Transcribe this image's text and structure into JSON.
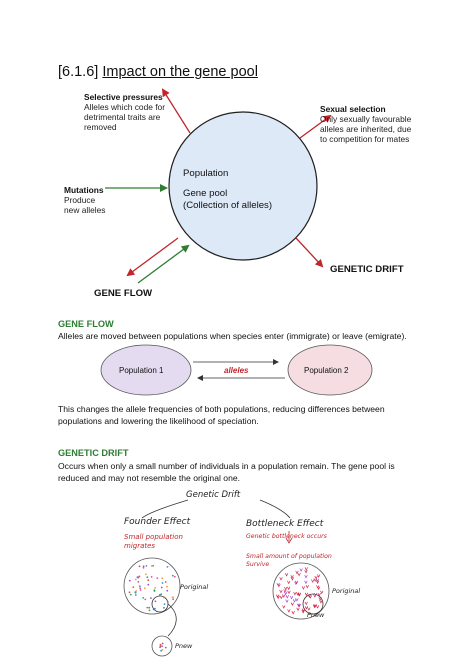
{
  "heading": {
    "number": "[6.1.6]",
    "title": "Impact on the gene pool"
  },
  "diagram": {
    "selective": {
      "title": "Selective pressures",
      "desc1": "Alleles which code for",
      "desc2": "detrimental traits are",
      "desc3": "removed"
    },
    "sexual": {
      "title": "Sexual selection",
      "desc1": "Only sexually favourable",
      "desc2": "alleles are inherited, due",
      "desc3": "to competition for mates"
    },
    "mutations": {
      "title": "Mutations",
      "desc1": "Produce",
      "desc2": "new alleles"
    },
    "circle": {
      "line1": "Population",
      "line2": "Gene pool",
      "line3": "(Collection of alleles)"
    },
    "genetic_drift": "GENETIC DRIFT",
    "gene_flow": "GENE FLOW",
    "colors": {
      "circle_fill": "#dde9f7",
      "circle_stroke": "#1f1f1f",
      "red_arrow": "#c0262c",
      "green_arrow": "#2e7d32"
    }
  },
  "gene_flow_section": {
    "title": "GENE FLOW",
    "intro": "Alleles are moved between populations when species enter (immigrate) or leave (emigrate).",
    "pop1": "Population 1",
    "pop2": "Population 2",
    "arrow_label": "alleles",
    "after1": "This changes the allele frequencies of both populations, reducing differences between",
    "after2": "populations and lowering the likelihood of speciation."
  },
  "genetic_drift_section": {
    "title": "GENETIC DRIFT",
    "intro1": "Occurs when only a small number of individuals in a population remain. The gene pool is",
    "intro2": "reduced and may not resemble the original one."
  },
  "sketch": {
    "top": "Genetic Drift",
    "founder": "Founder Effect",
    "founder_note1": "Small population",
    "founder_note2": "migrates",
    "bottleneck": "Bottleneck Effect",
    "bottleneck_note1": "Genetic bottleneck occurs",
    "bottleneck_note2": "Small amount of population",
    "bottleneck_note3": "Survive",
    "p_original_1": "Poriginal",
    "p_new_1": "Pnew",
    "p_original_2": "Poriginal",
    "p_new_2": "Pnew"
  }
}
